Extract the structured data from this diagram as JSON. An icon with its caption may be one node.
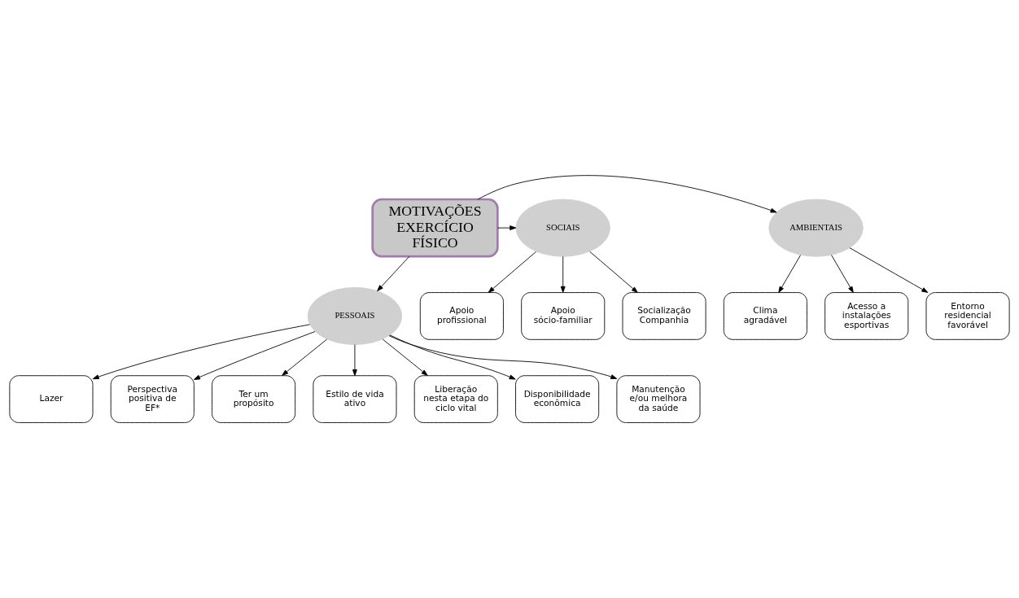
{
  "diagram": {
    "nodes": [
      {
        "text": [
          "MOTIVAÇÕES EXERCÍCIO FÍSICO"
        ]
      },
      {
        "text": [
          "AMBIENTAIS"
        ]
      },
      {
        "text": [
          "Entorno residencial favorável"
        ]
      },
      {
        "text": [
          "Clima agradável"
        ]
      },
      {
        "text": [
          "Acesso a instalações esportivas"
        ]
      },
      {
        "text": [
          "SOCIAIS"
        ]
      },
      {
        "text": [
          "Socialização Companhia"
        ]
      },
      {
        "text": [
          "Apoio profissional"
        ]
      },
      {
        "text": [
          "Apoio sócio-familiar"
        ]
      },
      {
        "text": [
          "PESSOAIS"
        ]
      },
      {
        "text": [
          "Lazer"
        ]
      },
      {
        "text": [
          "Perspectiva positiva de EF*"
        ]
      },
      {
        "text": [
          "Ter um propósito"
        ]
      },
      {
        "text": [
          "Estilo de vida ativo"
        ]
      },
      {
        "text": [
          "Liberação nesta etapa do ciclo vital"
        ]
      },
      {
        "text": [
          "Disponibilidade econômica"
        ]
      },
      {
        "text": [
          "Manutenção e/ou melhora da saúde"
        ]
      }
    ],
    "edges": [
      {
        "from": 0,
        "to": 1,
        "arrow": "to"
      },
      {
        "from": 0,
        "to": 5,
        "arrow": "to"
      },
      {
        "from": 0,
        "to": 9,
        "arrow": "to"
      },
      {
        "from": 1,
        "to": 2,
        "arrow": "to"
      },
      {
        "from": 1,
        "to": 3,
        "arrow": "to"
      },
      {
        "from": 1,
        "to": 4,
        "arrow": "to"
      },
      {
        "from": 5,
        "to": 6,
        "arrow": "to"
      },
      {
        "from": 5,
        "to": 7,
        "arrow": "to"
      },
      {
        "from": 5,
        "to": 8,
        "arrow": "to"
      },
      {
        "from": 9,
        "to": 10,
        "arrow": "to"
      },
      {
        "from": 9,
        "to": 11,
        "arrow": "to"
      },
      {
        "from": 9,
        "to": 12,
        "arrow": "to"
      },
      {
        "from": 9,
        "to": 13,
        "arrow": "to"
      },
      {
        "from": 9,
        "to": 14,
        "arrow": "to"
      },
      {
        "from": 9,
        "to": 15,
        "arrow": "to"
      },
      {
        "from": 9,
        "to": 16,
        "arrow": "to"
      }
    ]
  }
}
